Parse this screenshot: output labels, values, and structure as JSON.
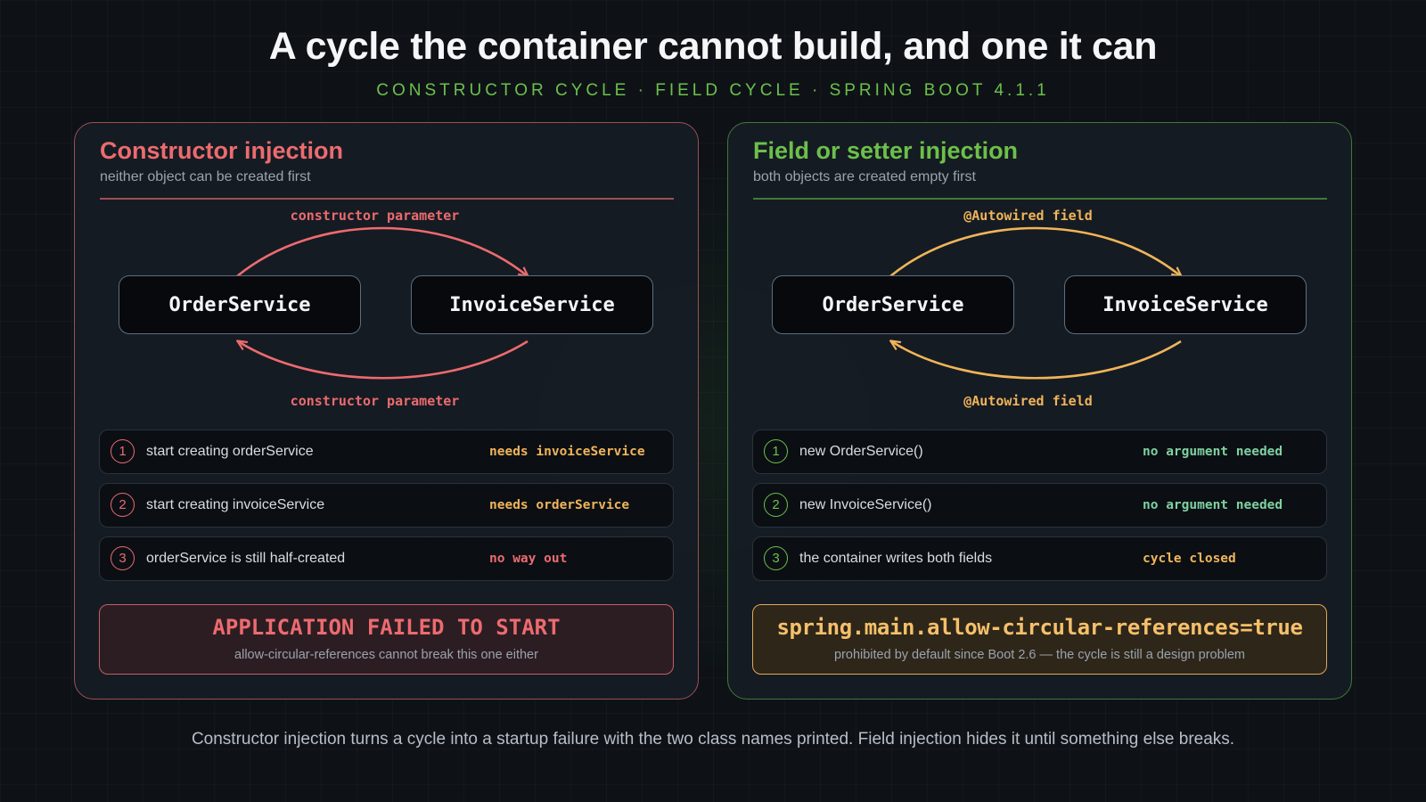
{
  "header": {
    "title": "A cycle the container cannot build, and one it can",
    "subtitle": "CONSTRUCTOR CYCLE · FIELD CYCLE · SPRING BOOT 4.1.1"
  },
  "colors": {
    "failure_accent": "#ec6b6f",
    "success_accent": "#6cc04a",
    "field_arrow": "#f0b45a",
    "background": "#0e1217"
  },
  "left_panel": {
    "title": "Constructor injection",
    "subtitle": "neither object can be created first",
    "edge_top": "constructor parameter",
    "edge_bottom": "constructor parameter",
    "node_a": "OrderService",
    "node_b": "InvoiceService",
    "steps": [
      {
        "num": "1",
        "text": "start creating orderService",
        "note": "needs invoiceService"
      },
      {
        "num": "2",
        "text": "start creating invoiceService",
        "note": "needs orderService"
      },
      {
        "num": "3",
        "text": "orderService is still half-created",
        "note": "no way out"
      }
    ],
    "result_title": "APPLICATION FAILED TO START",
    "result_sub": "allow-circular-references cannot break this one either"
  },
  "right_panel": {
    "title": "Field or setter injection",
    "subtitle": "both objects are created empty first",
    "edge_top": "@Autowired field",
    "edge_bottom": "@Autowired field",
    "node_a": "OrderService",
    "node_b": "InvoiceService",
    "steps": [
      {
        "num": "1",
        "text": "new OrderService()",
        "note": "no argument needed"
      },
      {
        "num": "2",
        "text": "new InvoiceService()",
        "note": "no argument needed"
      },
      {
        "num": "3",
        "text": "the container writes both fields",
        "note": "cycle closed"
      }
    ],
    "result_title": "spring.main.allow-circular-references=true",
    "result_sub": "prohibited by default since Boot 2.6 — the cycle is still a design problem"
  },
  "footer": {
    "text": "Constructor injection turns a cycle into a startup failure with the two class names printed. Field injection hides it until something else breaks."
  }
}
